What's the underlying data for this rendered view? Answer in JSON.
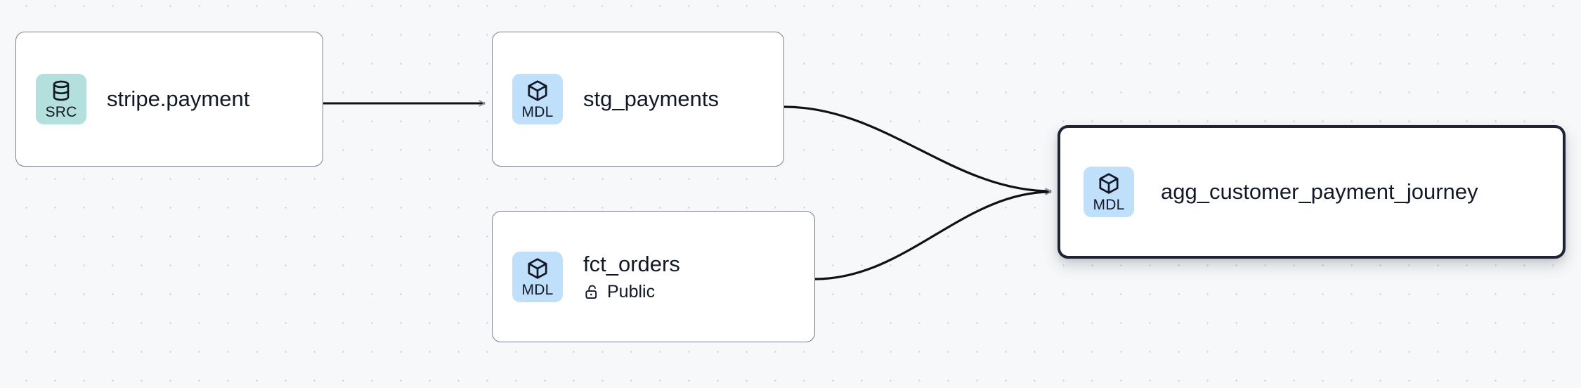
{
  "graph": {
    "background_color": "#f7f8fa",
    "grid_dot_color": "#c9ccd6",
    "edge_color": "#111111",
    "nodes": [
      {
        "id": "stripe-payment",
        "title": "stripe.payment",
        "badge_label": "SRC",
        "badge_icon": "database-icon",
        "badge_color": "#b3dfdd",
        "selected": false,
        "subtitle": null,
        "subtitle_icon": null
      },
      {
        "id": "stg-payments",
        "title": "stg_payments",
        "badge_label": "MDL",
        "badge_icon": "cube-icon",
        "badge_color": "#bfdffa",
        "selected": false,
        "subtitle": null,
        "subtitle_icon": null
      },
      {
        "id": "fct-orders",
        "title": "fct_orders",
        "badge_label": "MDL",
        "badge_icon": "cube-icon",
        "badge_color": "#bfdffa",
        "selected": false,
        "subtitle": "Public",
        "subtitle_icon": "unlock-icon"
      },
      {
        "id": "agg-journey",
        "title": "agg_customer_payment_journey",
        "badge_label": "MDL",
        "badge_icon": "cube-icon",
        "badge_color": "#bfdffa",
        "selected": true,
        "subtitle": null,
        "subtitle_icon": null
      }
    ],
    "edges": [
      {
        "id": "edge-stripe-to-stg",
        "from": "stripe-payment",
        "to": "stg-payments",
        "style": "straight",
        "arrow": true
      },
      {
        "id": "edge-stg-to-agg",
        "from": "stg-payments",
        "to": "agg-journey",
        "style": "bezier",
        "arrow": true
      },
      {
        "id": "edge-fct-to-agg",
        "from": "fct-orders",
        "to": "agg-journey",
        "style": "bezier",
        "arrow": true
      }
    ]
  }
}
